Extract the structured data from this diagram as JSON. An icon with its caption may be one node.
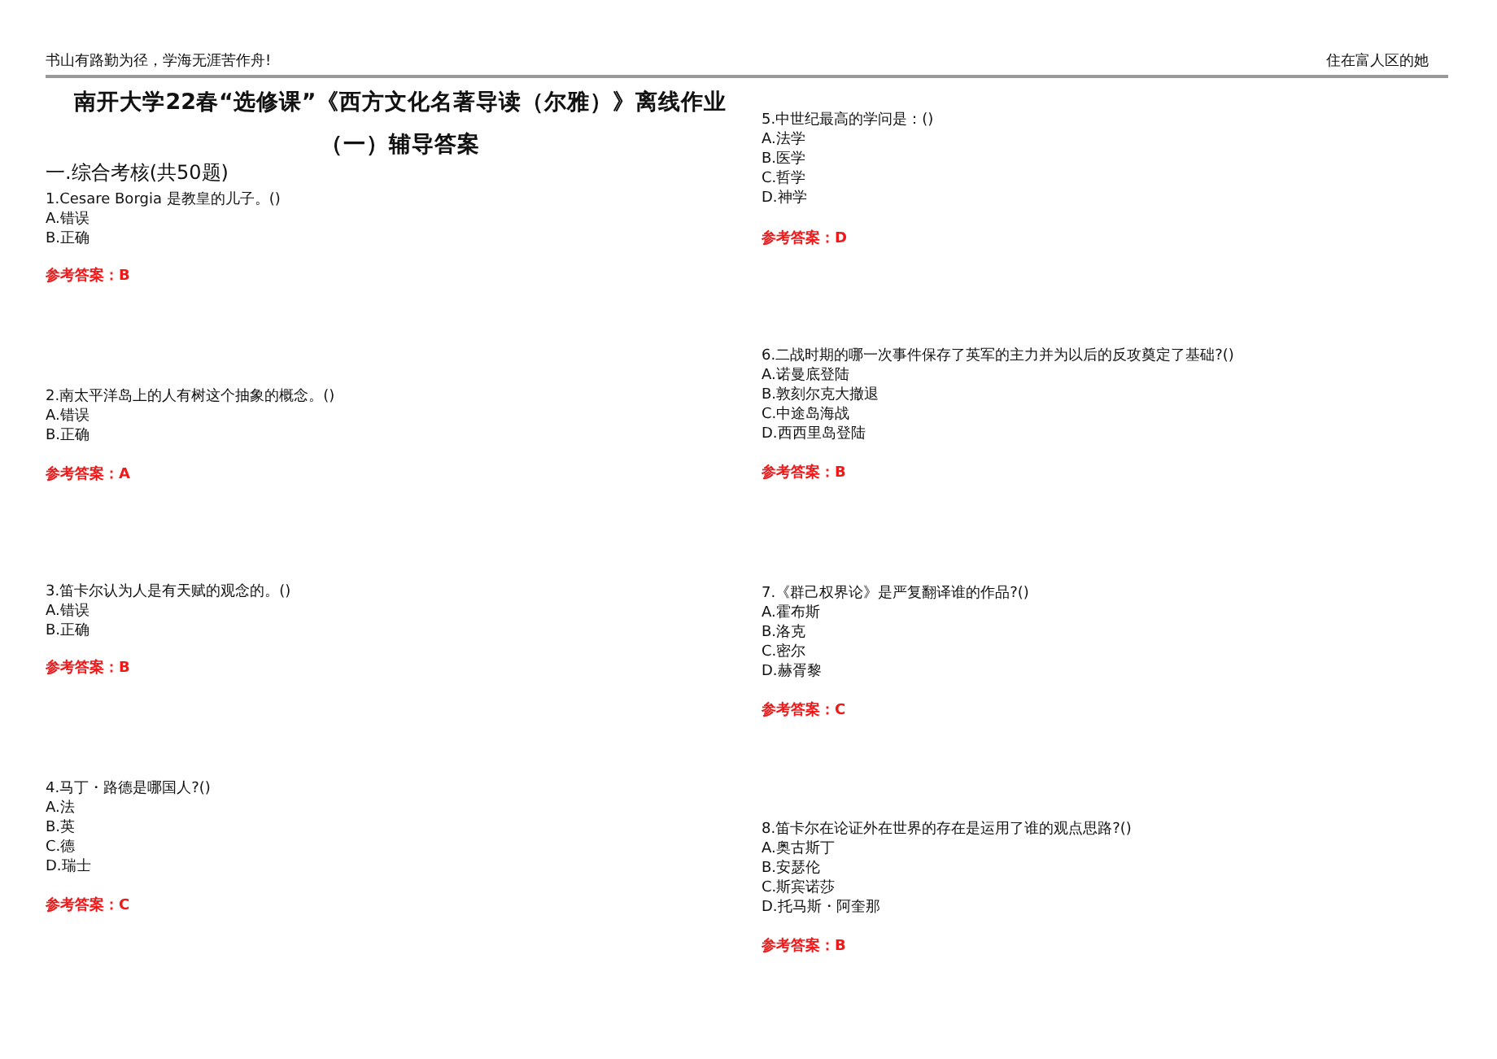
{
  "diagram": {
    "title": "南开大学22春“选修课”《西方文化名著导读（尔雅）》离线作业（一）辅导答案",
    "labels": [
      "书山有路勤为径，学海无涯苦作舟!",
      "住在富人区的她",
      "一.综合考核(共50题)",
      "1.Cesare Borgia 是教皇的儿子。()",
      "A.错误",
      "B.正确",
      "参考答案：B",
      "2.南太平洋岛上的人有树这个抽象的概念。()",
      "A.错误",
      "B.正确",
      "参考答案：A",
      "3.笛卡尔认为人是有天赋的观念的。()",
      "A.错误",
      "B.正确",
      "参考答案：B",
      "4.马丁・路德是哪国人?()",
      "A.法",
      "B.英",
      "C.德",
      "D.瑞士",
      "参考答案：C",
      "5.中世纪最高的学问是：()",
      "A.法学",
      "B.医学",
      "C.哲学",
      "D.神学",
      "参考答案：D",
      "6.二战时期的哪一次事件保存了英军的主力并为以后的反攻奠定了基础?()",
      "A.诺曼底登陆",
      "B.敦刻尔克大撤退",
      "C.中途岛海战",
      "D.西西里岛登陆",
      "参考答案：B",
      "7.《群己权界论》是严复翻译谁的作品?()",
      "A.霍布斯",
      "B.洛克",
      "C.密尔",
      "D.赫胥黎",
      "参考答案：C",
      "8.笛卡尔在论证外在世界的存在是运用了谁的观点思路?()",
      "A.奥古斯丁",
      "B.安瑟伦",
      "C.斯宾诺莎",
      "D.托马斯・阿奎那",
      "参考答案：B"
    ]
  }
}
